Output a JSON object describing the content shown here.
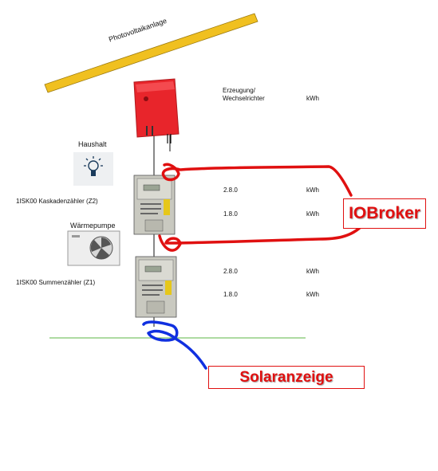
{
  "title": "Photovoltaikanlage",
  "inverter": {
    "label_line1": "Erzeugung/",
    "label_line2": "Wechselrichter",
    "unit": "kWh"
  },
  "household": {
    "label": "Haushalt"
  },
  "heat_pump": {
    "label": "Wärmepumpe"
  },
  "meter_z2": {
    "label": "1ISK00  Kaskadenzähler (Z2)",
    "readings": [
      {
        "code": "2.8.0",
        "unit": "kWh"
      },
      {
        "code": "1.8.0",
        "unit": "kWh"
      }
    ]
  },
  "meter_z1": {
    "label": "1ISK00  Summenzähler (Z1)",
    "readings": [
      {
        "code": "2.8.0",
        "unit": "kWh"
      },
      {
        "code": "1.8.0",
        "unit": "kWh"
      }
    ]
  },
  "iobroker": {
    "label": "IOBroker"
  },
  "solaranzeige": {
    "label": "Solaranzeige"
  },
  "colors": {
    "pv_panel": "#f0c020",
    "inverter": "#e8252b",
    "annotation_red": "#e01010",
    "annotation_blue": "#1030e0",
    "ground_line": "#7cc36a"
  }
}
